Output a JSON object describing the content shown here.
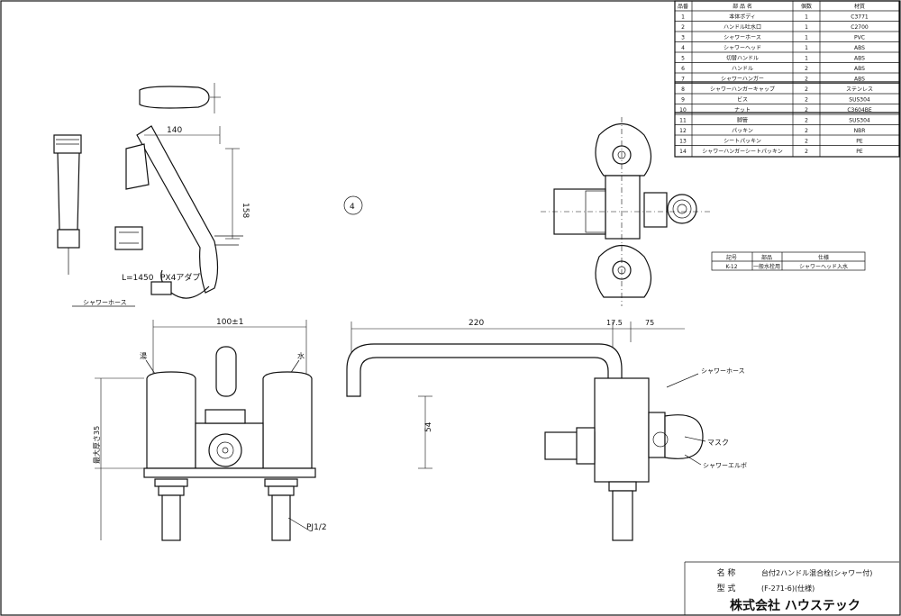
{
  "parts_table": {
    "headers": {
      "no": "品番",
      "name": "部 品 名",
      "qty": "個数",
      "material": "材質"
    },
    "rows": [
      {
        "no": "1",
        "name": "本体ボディ",
        "qty": "1",
        "material": "C3771"
      },
      {
        "no": "2",
        "name": "ハンドル吐水口",
        "qty": "1",
        "material": "C2700"
      },
      {
        "no": "3",
        "name": "シャワーホース",
        "qty": "1",
        "material": "PVC"
      },
      {
        "no": "4",
        "name": "シャワーヘッド",
        "qty": "1",
        "material": "ABS"
      },
      {
        "no": "5",
        "name": "切替ハンドル",
        "qty": "1",
        "material": "ABS"
      },
      {
        "no": "6",
        "name": "ハンドル",
        "qty": "2",
        "material": "ABS"
      },
      {
        "no": "7",
        "name": "シャワーハンガー",
        "qty": "2",
        "material": "ABS"
      },
      {
        "no": "8",
        "name": "シャワーハンガーキャップ",
        "qty": "2",
        "material": "ステンレス"
      },
      {
        "no": "9",
        "name": "ビス",
        "qty": "2",
        "material": "SUS304"
      },
      {
        "no": "10",
        "name": "ナット",
        "qty": "2",
        "material": "C3604BE"
      },
      {
        "no": "11",
        "name": "脚管",
        "qty": "2",
        "material": "SUS304"
      },
      {
        "no": "12",
        "name": "パッキン",
        "qty": "2",
        "material": "NBR"
      },
      {
        "no": "13",
        "name": "シートパッキン",
        "qty": "2",
        "material": "PE"
      },
      {
        "no": "14",
        "name": "シャワーハンガーシートパッキン",
        "qty": "2",
        "material": "PE"
      }
    ]
  },
  "sub_table": {
    "headers": {
      "no": "記号",
      "name": "部品",
      "spec": "仕様"
    },
    "row": {
      "no": "K-12",
      "name": "一般水栓用",
      "spec": "シャワーヘッド入水"
    }
  },
  "dimensions": {
    "dim_140": "140",
    "dim_158": "158",
    "hose_length": "L=1450",
    "hose_fitting": "PX4アダプ",
    "hose_label": "シャワーホース",
    "width_100": "100±1",
    "spout_220": "220",
    "dim_175": "17.5",
    "dim_75": "75",
    "dim_54": "54",
    "height_label": "最大厚さ35",
    "thread": "PJ1/2",
    "hot_label": "湯",
    "cold_label": "水",
    "circle_mark": "4",
    "shower_hose_callout": "シャワーホース",
    "callout_2": "マスク",
    "shower_elbow": "シャワーエルボ"
  },
  "title_block": {
    "name_label": "名 称",
    "name_value": "台付2ハンドル混合栓(シャワー付)",
    "model_label": "型 式",
    "model_value": "(F-271-6)(仕様)",
    "company": "株式会社 ハウステック"
  }
}
